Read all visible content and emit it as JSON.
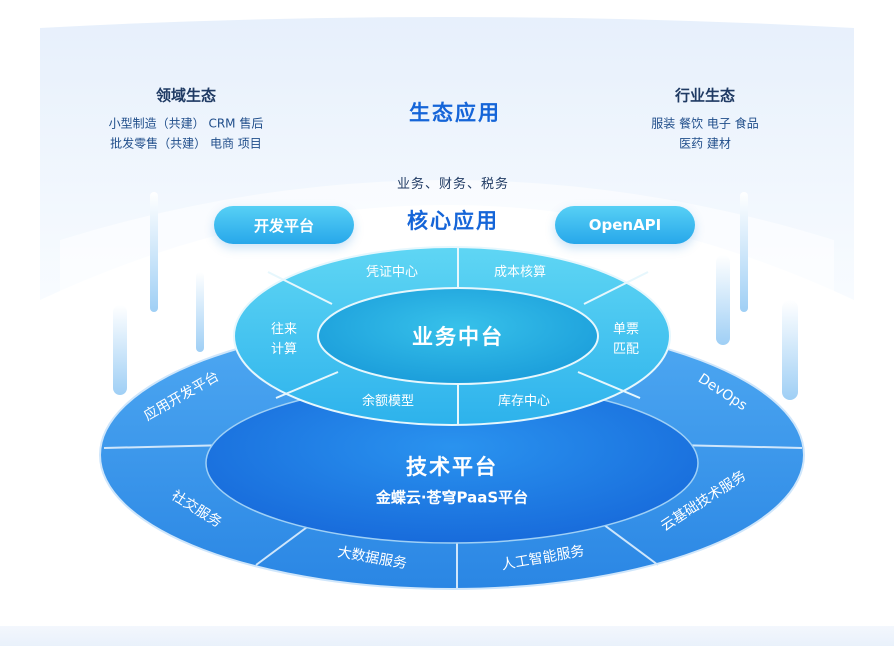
{
  "ecosystem": {
    "title": "生态应用",
    "domain": {
      "title": "领域生态",
      "line1": "小型制造（共建） CRM 售后",
      "line2": "批发零售（共建） 电商 项目"
    },
    "industry": {
      "title": "行业生态",
      "line1": "服装  餐饮  电子  食品",
      "line2": "医药  建材"
    }
  },
  "core": {
    "subtitle": "业务、财务、税务",
    "title": "核心应用",
    "left_pill": "开发平台",
    "right_pill": "OpenAPI"
  },
  "business_middle": {
    "title": "业务中台",
    "segments": {
      "top_left": "凭证中心",
      "top_right": "成本核算",
      "left_line1": "往来",
      "left_line2": "计算",
      "right_line1": "单票",
      "right_line2": "匹配",
      "bottom_left": "余额模型",
      "bottom_right": "库存中心"
    }
  },
  "tech_platform": {
    "title": "技术平台",
    "subtitle": "金蝶云·苍穹PaaS平台",
    "services": {
      "app_dev": "应用开发平台",
      "devops": "DevOps",
      "social": "社交服务",
      "cloud_infra": "云基础技术服务",
      "big_data": "大数据服务",
      "ai": "人工智能服务"
    }
  },
  "colors": {
    "outer_ring": "#2f8fe8",
    "inner_disc": "#1d7ae0",
    "middle_ring": "#3fc1ee",
    "center": "#1fa7dc",
    "title_blue": "#1565d8"
  }
}
